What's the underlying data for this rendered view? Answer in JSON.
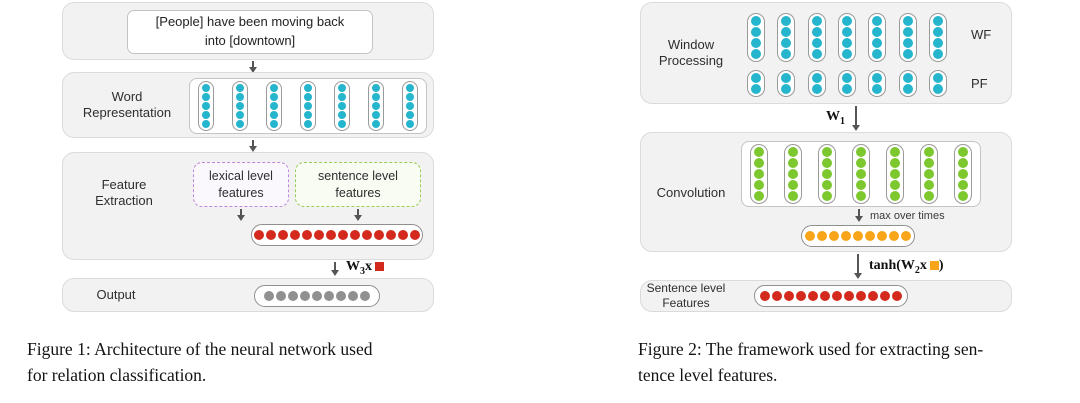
{
  "colors": {
    "cyan": "#25b5cd",
    "green": "#7cc82e",
    "orange": "#f9a51a",
    "red": "#d42a1d",
    "gray": "#909090"
  },
  "figure1": {
    "sentence_line1": "[People] have been moving back",
    "sentence_line2": "into [downtown]",
    "word_representation_label": "Word Representation",
    "word_vectors": {
      "columns": 7,
      "dots": 5,
      "color": "cyan"
    },
    "feature_extraction_label": "Feature Extraction",
    "lexical_box_label": "lexical level features",
    "sentence_box_label": "sentence level features",
    "merged_vector": {
      "dots": 14,
      "color": "red"
    },
    "w3_label": {
      "base": "W",
      "sub": "3",
      "suffix": "x"
    },
    "output_label": "Output",
    "output_vector": {
      "dots": 9,
      "color": "gray"
    },
    "caption_line1": "Figure 1: Architecture of the neural network used",
    "caption_line2": "for relation classification."
  },
  "figure2": {
    "window_processing_label": "Window Processing",
    "wf_label": "WF",
    "pf_label": "PF",
    "wf_vectors": {
      "columns": 7,
      "dots": 4,
      "color": "cyan"
    },
    "pf_vectors": {
      "columns": 7,
      "dots": 2,
      "color": "cyan"
    },
    "w1_label": {
      "base": "W",
      "sub": "1"
    },
    "convolution_label": "Convolution",
    "conv_vectors": {
      "columns": 7,
      "dots": 5,
      "color": "green"
    },
    "max_over_times_label": "max over times",
    "pooled_vector": {
      "dots": 9,
      "color": "orange"
    },
    "tanh_label": {
      "pre": "tanh(W",
      "sub": "2",
      "mid": "x",
      "post": ")"
    },
    "sentence_features_label": "Sentence level Features",
    "sentence_vector": {
      "dots": 12,
      "color": "red"
    },
    "caption_line1": "Figure 2: The framework used for extracting sen-",
    "caption_line2": "tence level features."
  }
}
